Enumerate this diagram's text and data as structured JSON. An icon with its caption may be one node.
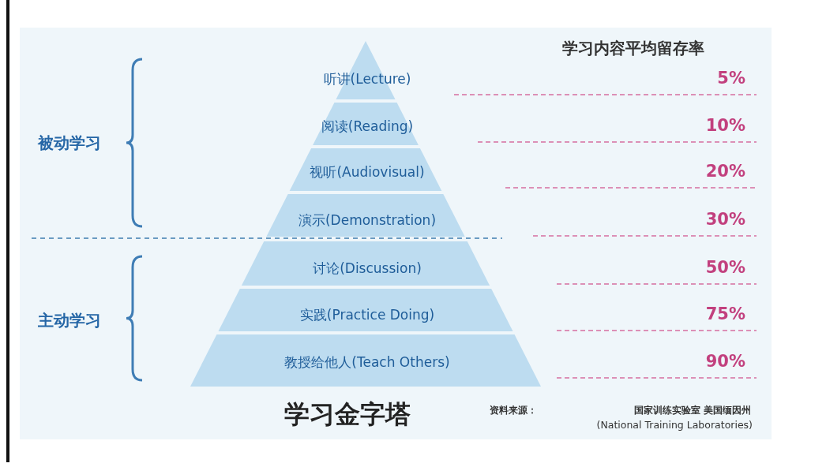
{
  "diagram": {
    "title": "学习金字塔",
    "nodes": [
      {
        "text": [
          "听讲(Lecture)"
        ]
      },
      {
        "text": [
          "阅读(Reading)"
        ]
      },
      {
        "text": [
          "视听(Audiovisual)"
        ]
      },
      {
        "text": [
          "演示(Demonstration)"
        ]
      },
      {
        "text": [
          "讨论(Discussion)"
        ]
      },
      {
        "text": [
          "实践(Practice Doing)"
        ]
      },
      {
        "text": [
          "教授给他人(Teach Others)"
        ]
      }
    ],
    "edges": [],
    "labels": [
      "学习内容平均留存率",
      "5%",
      "10%",
      "被动学习",
      "20%",
      "30%",
      "50%",
      "75%",
      "主动学习",
      "90%",
      "资料来源：",
      "国家训练实验室 美国缅因州",
      "(National Training Laboratories)"
    ]
  }
}
